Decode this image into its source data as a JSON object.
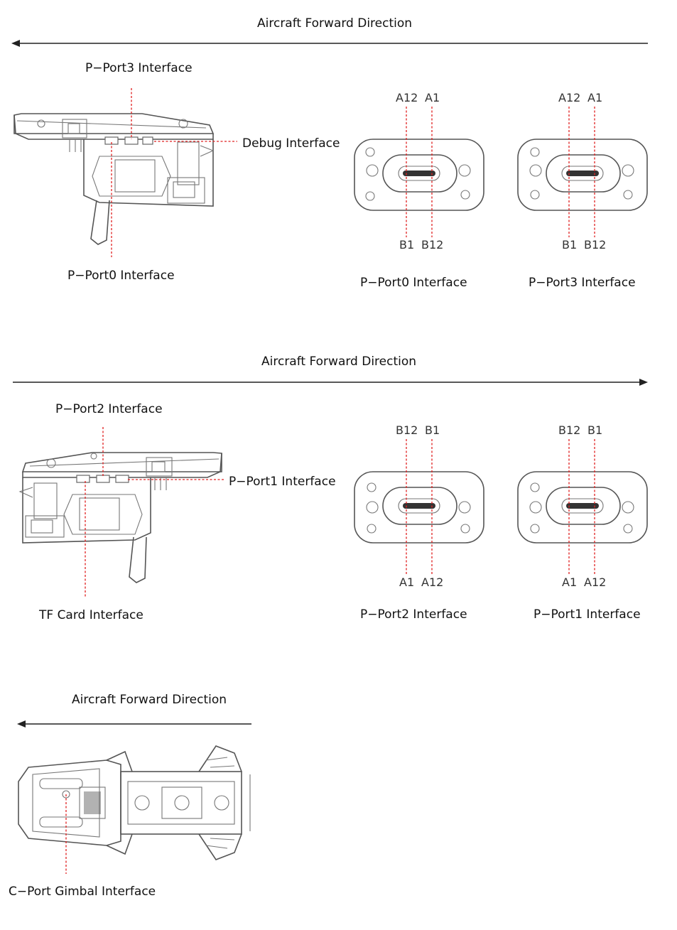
{
  "section1": {
    "direction_label": "Aircraft Forward Direction",
    "callouts": {
      "pport3": "P−Port3 Interface",
      "debug": "Debug Interface",
      "pport0": "P−Port0 Interface"
    },
    "ports": [
      {
        "top_left": "A12",
        "top_right": "A1",
        "bottom_left": "B1",
        "bottom_right": "B12",
        "caption": "P−Port0 Interface"
      },
      {
        "top_left": "A12",
        "top_right": "A1",
        "bottom_left": "B1",
        "bottom_right": "B12",
        "caption": "P−Port3 Interface"
      }
    ]
  },
  "section2": {
    "direction_label": "Aircraft Forward Direction",
    "callouts": {
      "pport2": "P−Port2 Interface",
      "pport1": "P−Port1 Interface",
      "tfcard": "TF Card Interface"
    },
    "ports": [
      {
        "top_left": "B12",
        "top_right": "B1",
        "bottom_left": "A1",
        "bottom_right": "A12",
        "caption": "P−Port2 Interface"
      },
      {
        "top_left": "B12",
        "top_right": "B1",
        "bottom_left": "A1",
        "bottom_right": "A12",
        "caption": "P−Port1 Interface"
      }
    ]
  },
  "section3": {
    "direction_label": "Aircraft Forward Direction",
    "callouts": {
      "cport": "C−Port Gimbal Interface"
    }
  },
  "colors": {
    "leader": "#e02020",
    "outline": "#555555",
    "text": "#111111"
  }
}
